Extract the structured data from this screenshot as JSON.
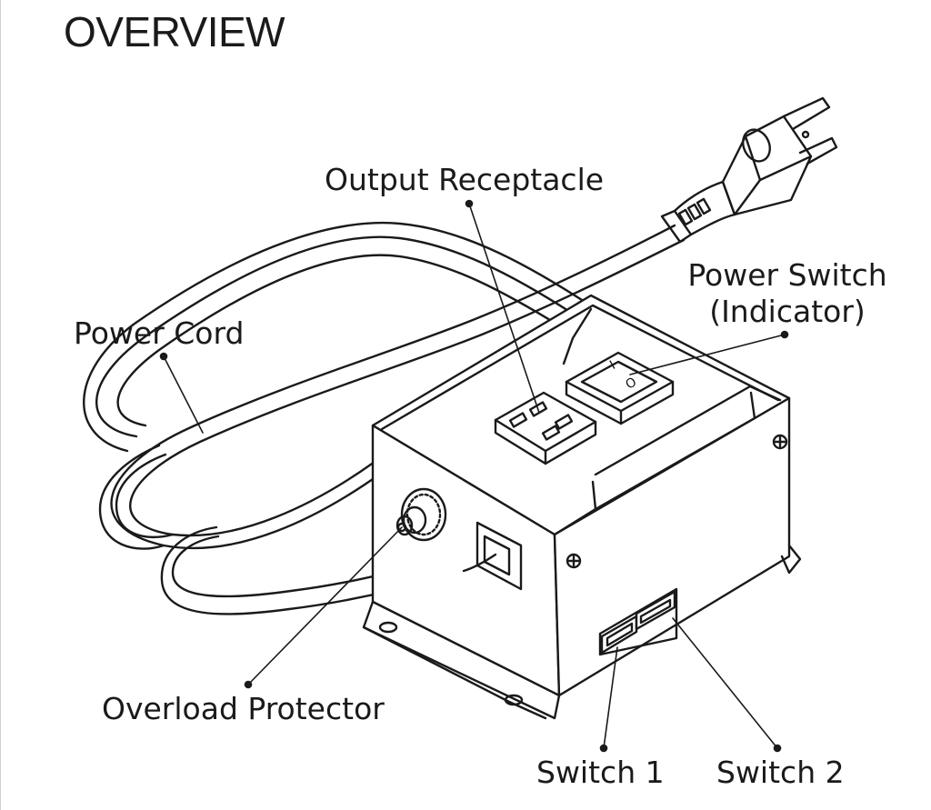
{
  "title": "OVERVIEW",
  "labels": {
    "output_receptacle": "Output Receptacle",
    "power_switch_line1": "Power Switch",
    "power_switch_line2": "(Indicator)",
    "power_cord": "Power Cord",
    "overload_protector": "Overload Protector",
    "switch_1": "Switch 1",
    "switch_2": "Switch 2"
  },
  "switch_symbols": {
    "on": "I",
    "off": "O"
  },
  "colors": {
    "ink": "#1a1a1a",
    "background": "#ffffff"
  }
}
